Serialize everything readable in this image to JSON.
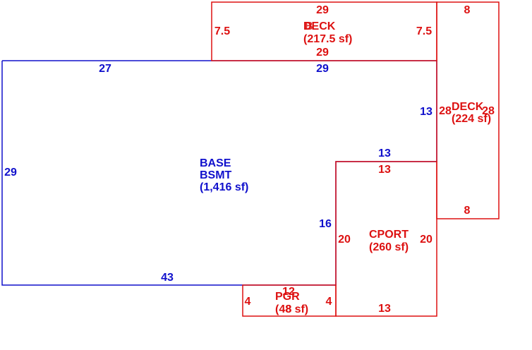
{
  "colors": {
    "base": "#1010cc",
    "addition": "#dd1111"
  },
  "base_area": {
    "name": "BASE",
    "sub": "BSMT",
    "area": "(1,416 sf)",
    "dims": {
      "top_left": "27",
      "top_right": "29",
      "left": "29",
      "bottom": "43",
      "step_top": "13",
      "step_side": "16",
      "right": "13"
    }
  },
  "deck_top": {
    "name": "DECK",
    "overlap_text": "B",
    "area": "(217.5 sf)",
    "dims": {
      "top": "29",
      "bottom": "29",
      "left": "7.5",
      "right": "7.5"
    }
  },
  "deck_right": {
    "name": "DECK",
    "area": "(224 sf)",
    "dims": {
      "top": "8",
      "bottom": "8",
      "left": "28",
      "right": "28"
    }
  },
  "carport": {
    "name": "CPORT",
    "area": "(260 sf)",
    "dims": {
      "top": "13",
      "bottom": "13",
      "left": "20",
      "right": "20"
    }
  },
  "porch": {
    "name": "PGR",
    "area": "(48 sf)",
    "dims": {
      "top": "12",
      "left": "4",
      "right": "4",
      "overlap": "8"
    }
  }
}
